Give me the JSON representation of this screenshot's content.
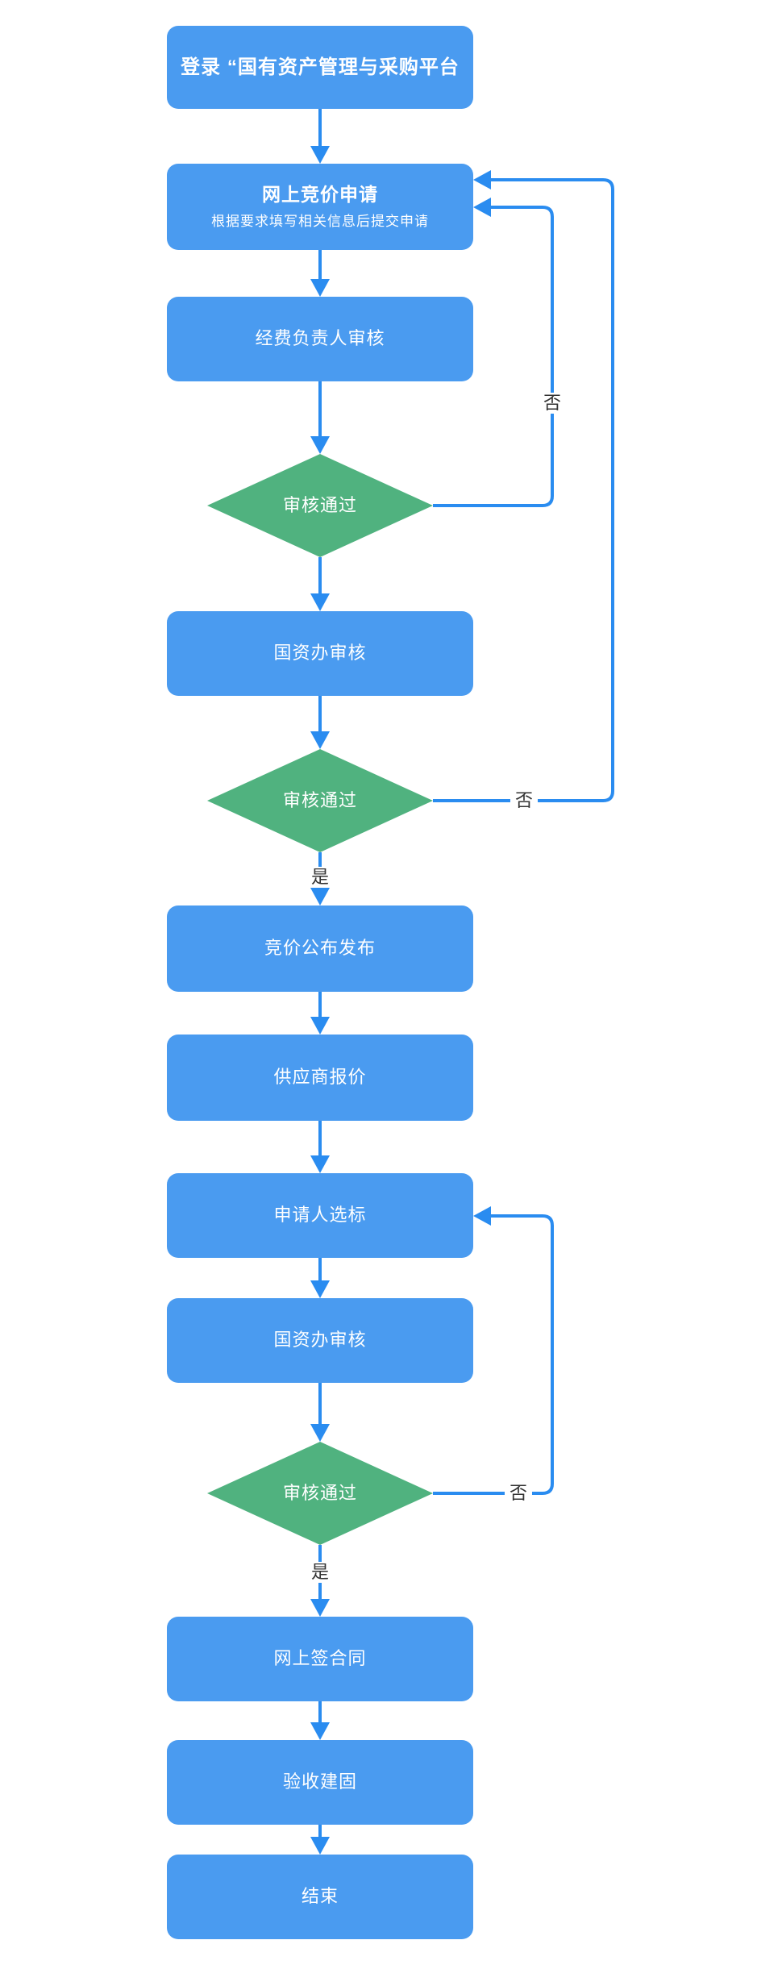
{
  "diagram": {
    "type": "flowchart",
    "edge_labels": {
      "no": "否",
      "yes": "是"
    },
    "colors": {
      "process_fill": "#4A9BF0",
      "decision_fill": "#50B27F",
      "connector": "#2A8CF0",
      "node_text": "#FFFFFF",
      "edge_label_text": "#333333",
      "background": "#FFFFFF"
    },
    "nodes": [
      {
        "id": "login",
        "type": "process",
        "label": "登录 “国有资产管理与采购平台"
      },
      {
        "id": "bid-apply",
        "type": "process",
        "label": "网上竞价申请",
        "sublabel": "根据要求填写相关信息后提交申请"
      },
      {
        "id": "funding-review",
        "type": "process",
        "label": "经费负责人审核"
      },
      {
        "id": "review-1",
        "type": "decision",
        "label": "审核通过"
      },
      {
        "id": "gzb-review-1",
        "type": "process",
        "label": "国资办审核"
      },
      {
        "id": "review-2",
        "type": "decision",
        "label": "审核通过"
      },
      {
        "id": "publish",
        "type": "process",
        "label": "竞价公布发布"
      },
      {
        "id": "supplier-quote",
        "type": "process",
        "label": "供应商报价"
      },
      {
        "id": "select-bid",
        "type": "process",
        "label": "申请人选标"
      },
      {
        "id": "gzb-review-2",
        "type": "process",
        "label": "国资办审核"
      },
      {
        "id": "review-3",
        "type": "decision",
        "label": "审核通过"
      },
      {
        "id": "sign-contract",
        "type": "process",
        "label": "网上签合同"
      },
      {
        "id": "acceptance",
        "type": "process",
        "label": "验收建固"
      },
      {
        "id": "end",
        "type": "process",
        "label": "结束"
      }
    ]
  }
}
